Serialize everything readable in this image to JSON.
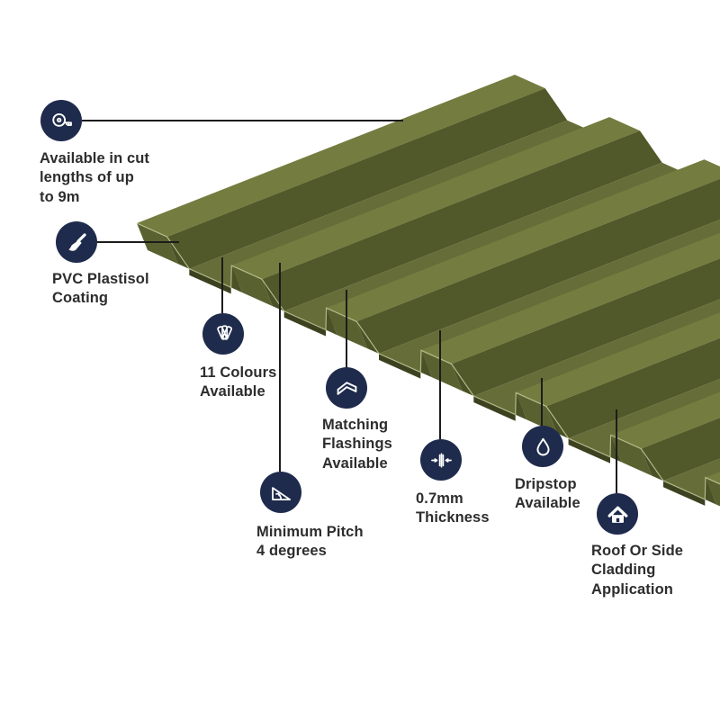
{
  "diagram": {
    "colors": {
      "icon_bg": "#1F2B4C",
      "sheet_olive": "#6B7340",
      "text": "#2D2D2D",
      "leader_line": "#1C1C1C"
    }
  },
  "features": [
    {
      "id": "cut-lengths",
      "icon": "tape-measure-icon",
      "label": "Available in cut\nlengths of up\nto 9m"
    },
    {
      "id": "pvc-coating",
      "icon": "paint-brush-icon",
      "label": "PVC Plastisol\nCoating"
    },
    {
      "id": "colours",
      "icon": "colour-fan-icon",
      "label": "11 Colours\nAvailable"
    },
    {
      "id": "flashings",
      "icon": "flashing-icon",
      "label": "Matching\nFlashings\nAvailable"
    },
    {
      "id": "pitch",
      "icon": "pitch-angle-icon",
      "label": "Minimum Pitch\n4 degrees"
    },
    {
      "id": "thickness",
      "icon": "thickness-arrows-icon",
      "label": "0.7mm\nThickness"
    },
    {
      "id": "dripstop",
      "icon": "water-drop-icon",
      "label": "Dripstop\nAvailable"
    },
    {
      "id": "cladding",
      "icon": "house-icon",
      "label": "Roof Or Side\nCladding\nApplication"
    }
  ]
}
